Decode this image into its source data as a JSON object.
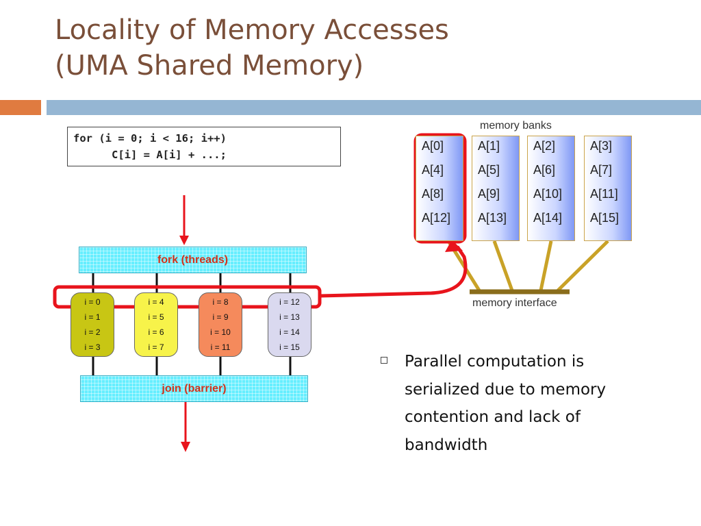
{
  "title": {
    "line1": "Locality of Memory Accesses",
    "line2": "(UMA Shared Memory)"
  },
  "code": {
    "line1": "for (i = 0; i < 16; i++)",
    "line2": "      C[i] = A[i] + ...;"
  },
  "fork_label": "fork (threads)",
  "join_label": "join (barrier)",
  "threads": [
    {
      "items": [
        "i = 0",
        "i = 1",
        "i = 2",
        "i = 3"
      ],
      "color": "#c8c614"
    },
    {
      "items": [
        "i = 4",
        "i = 5",
        "i = 6",
        "i = 7"
      ],
      "color": "#f7f34a"
    },
    {
      "items": [
        "i = 8",
        "i = 9",
        "i = 10",
        "i = 11"
      ],
      "color": "#f58a5c"
    },
    {
      "items": [
        "i = 12",
        "i = 13",
        "i = 14",
        "i = 15"
      ],
      "color": "#dad9ef"
    }
  ],
  "memory_banks_label": "memory banks",
  "memory_interface_label": "memory interface",
  "banks": [
    [
      "A[0]",
      "A[4]",
      "A[8]",
      "A[12]"
    ],
    [
      "A[1]",
      "A[5]",
      "A[9]",
      "A[13]"
    ],
    [
      "A[2]",
      "A[6]",
      "A[10]",
      "A[14]"
    ],
    [
      "A[3]",
      "A[7]",
      "A[11]",
      "A[15]"
    ]
  ],
  "bullet": "Parallel computation is serialized due to memory contention and lack of bandwidth",
  "colors": {
    "title": "#7a4f39",
    "accent_orange": "#e07b40",
    "accent_blue": "#95b6d3",
    "highlight_red": "#e8141c",
    "arrow_red": "#e8141c",
    "bus_gold": "#c9a227"
  }
}
